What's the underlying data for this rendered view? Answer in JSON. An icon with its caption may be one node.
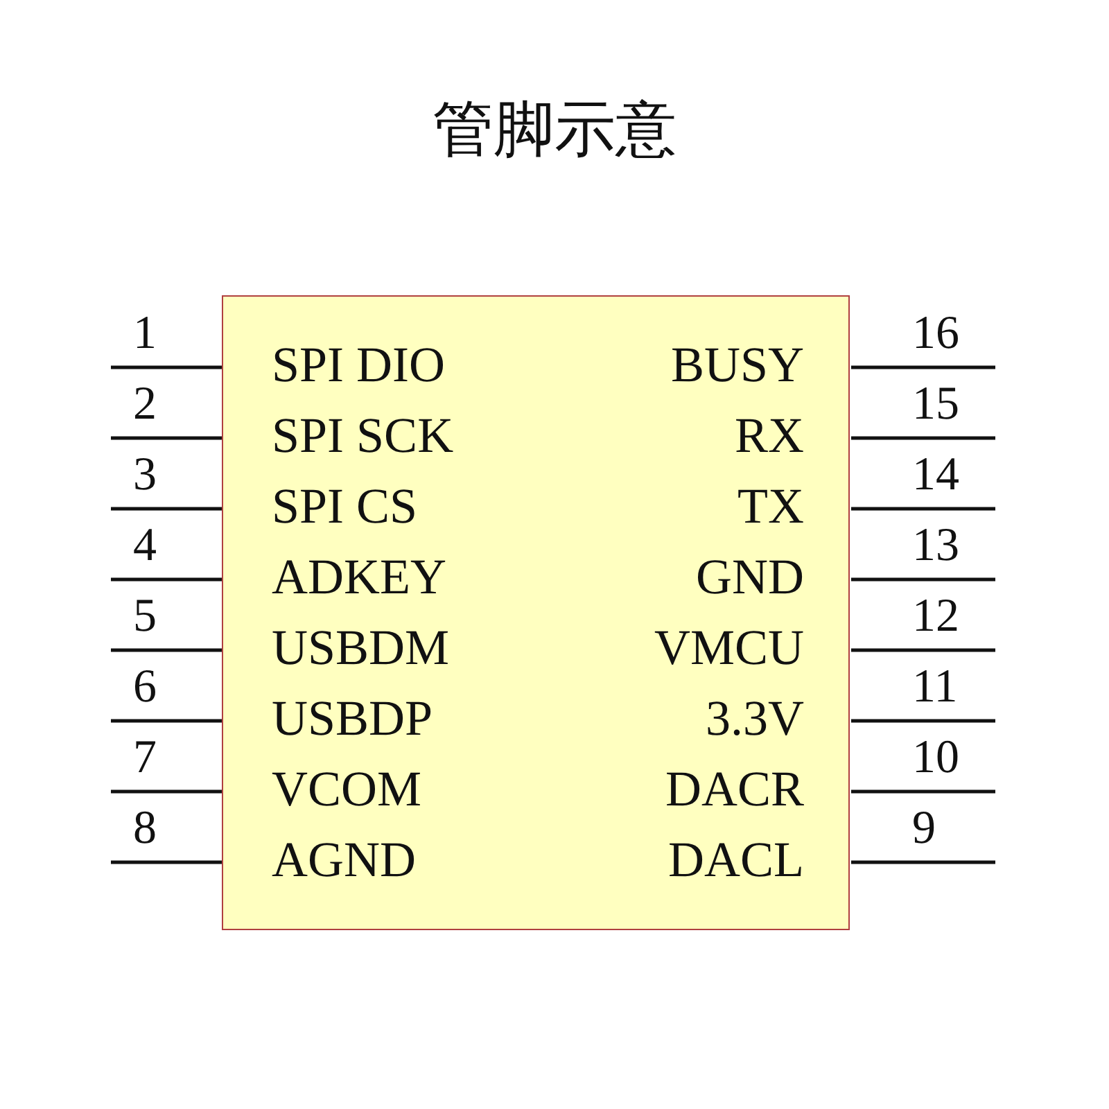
{
  "diagram": {
    "title": "管脚示意",
    "nodes": [
      {
        "text": [
          "SPI DIO",
          "BUSY",
          "SPI SCK",
          "RX",
          "SPI CS",
          "TX",
          "ADKEY",
          "GND",
          "USBDM",
          "VMCU",
          "USBDP",
          "3.3V",
          "VCOM",
          "DACR",
          "AGND",
          "DACL"
        ]
      }
    ],
    "labels": [
      "1",
      "16",
      "2",
      "15",
      "3",
      "14",
      "4",
      "13",
      "5",
      "12",
      "6",
      "11",
      "7",
      "10",
      "8",
      "9"
    ]
  }
}
